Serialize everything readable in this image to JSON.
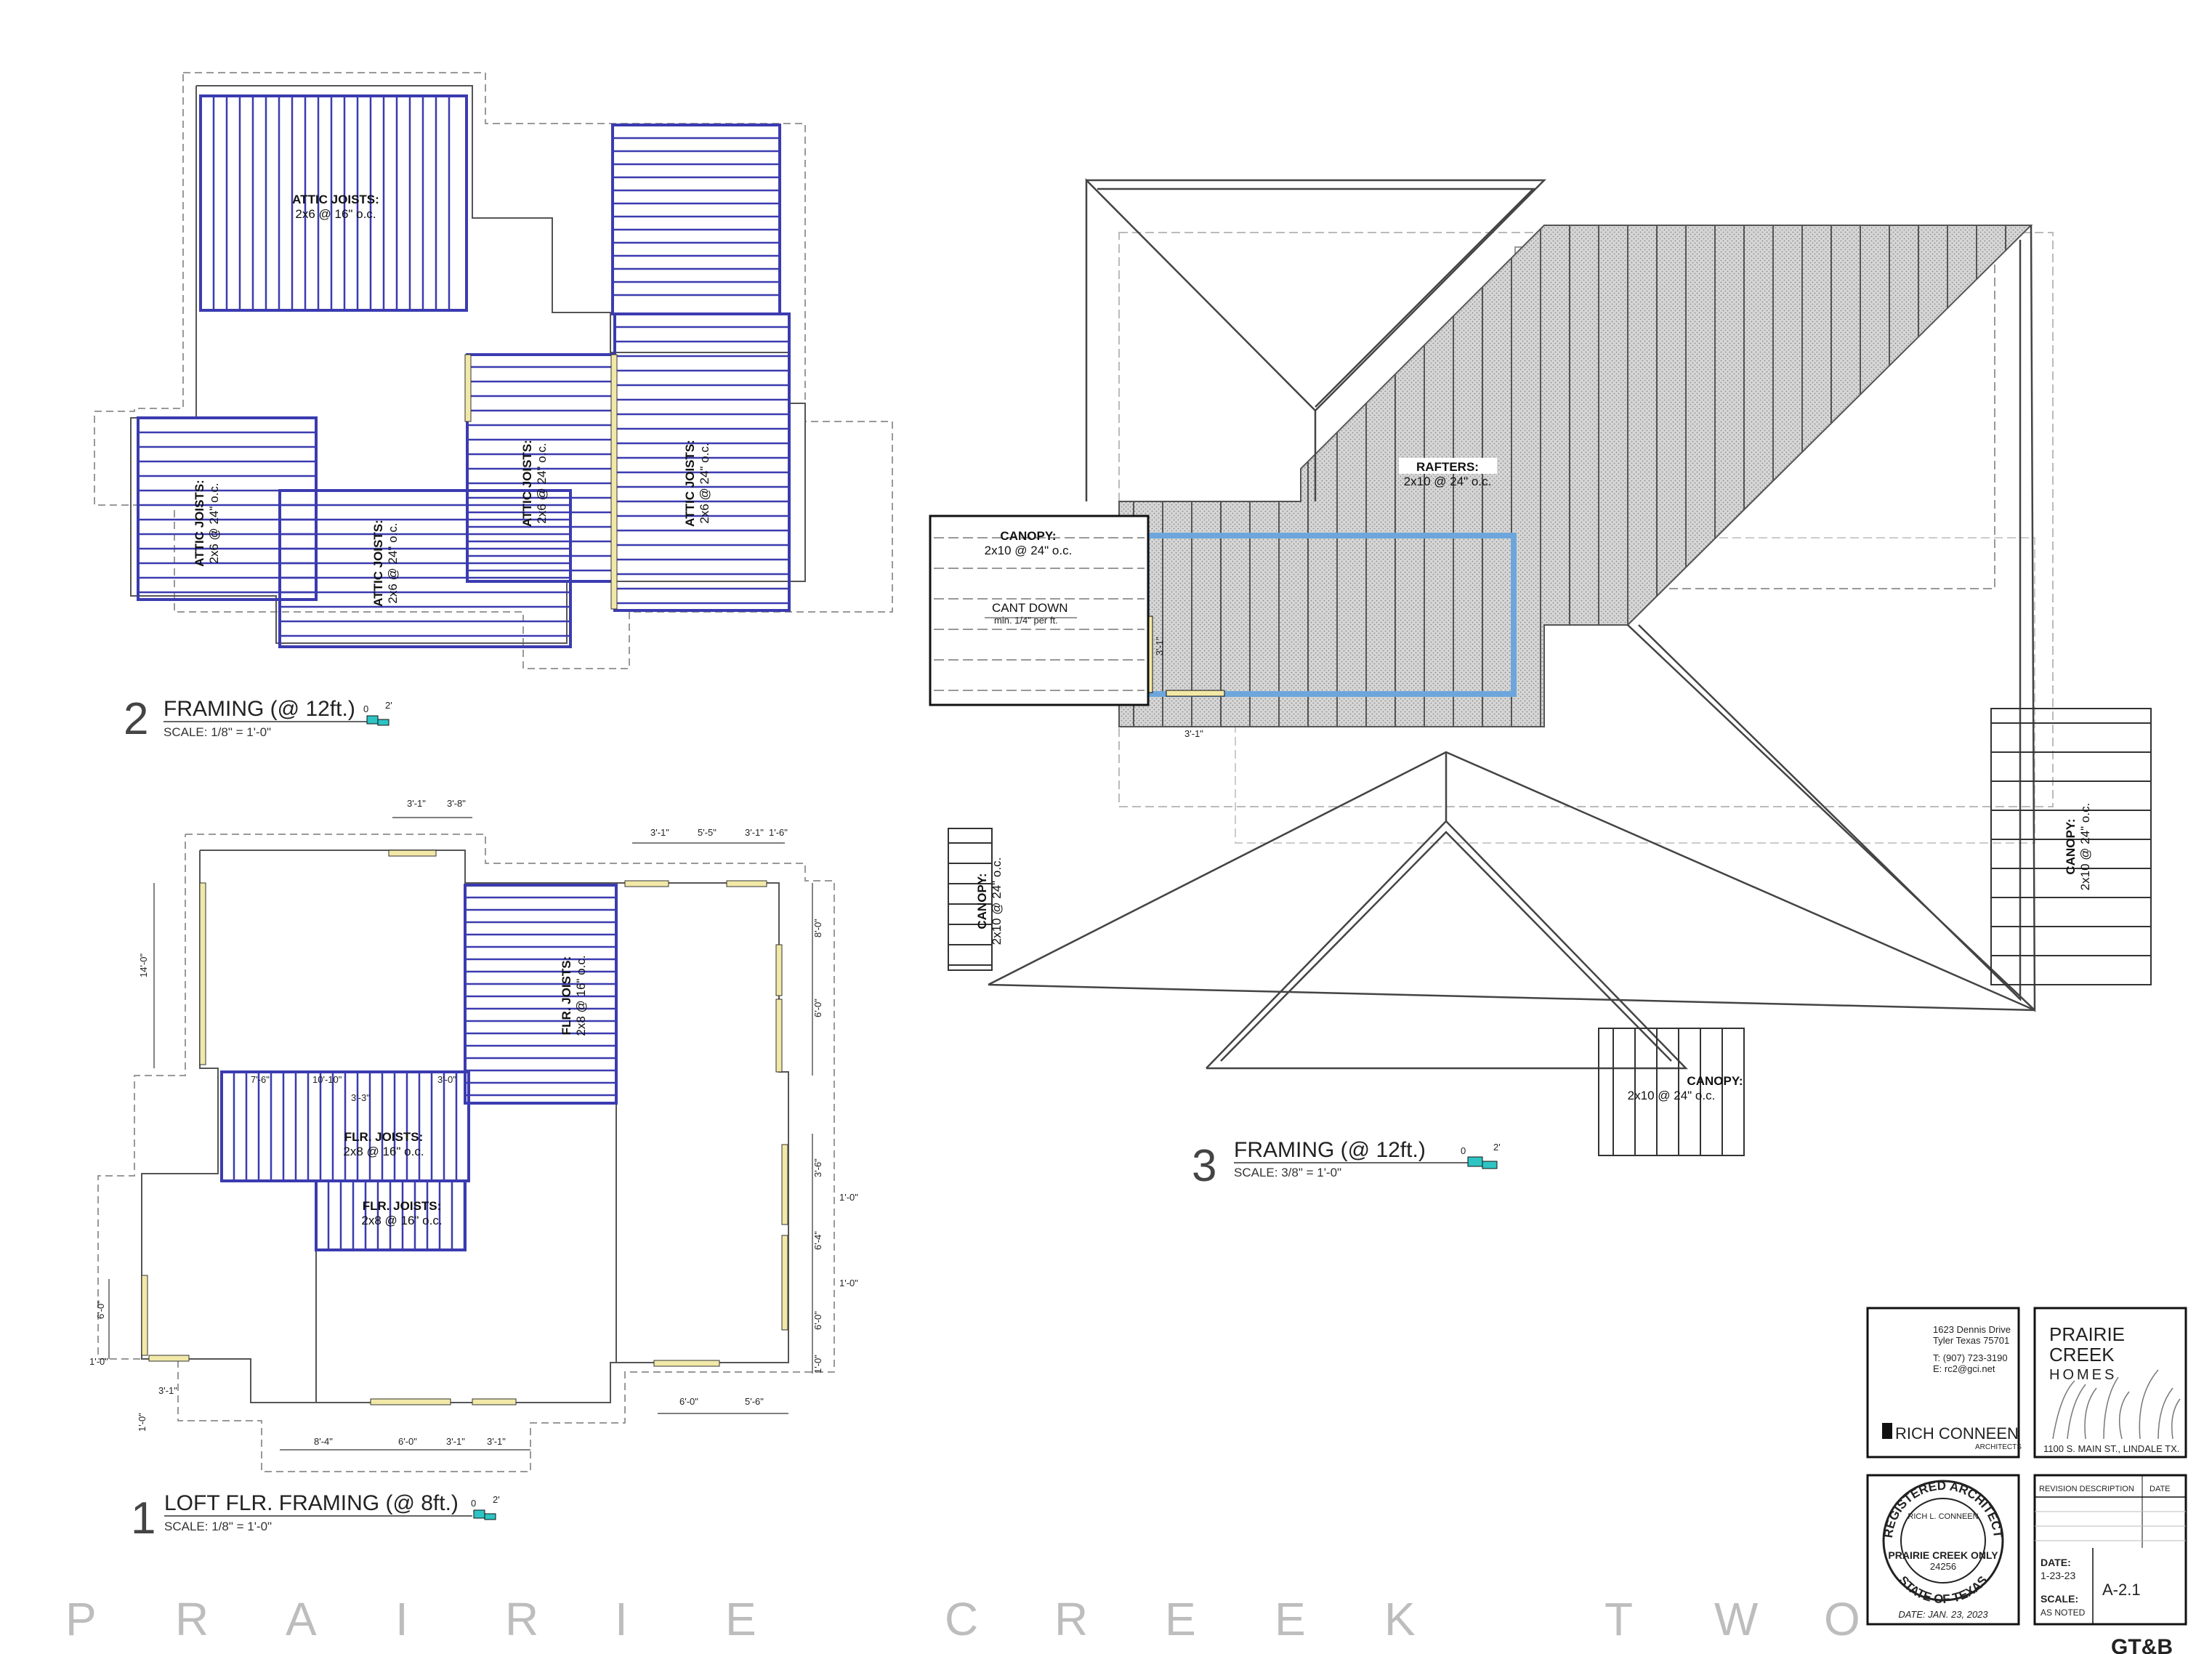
{
  "plan2": {
    "number": "2",
    "title": "FRAMING (@ 12ft.)",
    "scale": "SCALE: 1/8\" = 1'-0\"",
    "scale_bar": [
      "0",
      "2'"
    ],
    "labels": [
      {
        "head": "ATTIC JOISTS:",
        "spec": "2x6 @ 16\" o.c."
      },
      {
        "head": "ATTIC JOISTS:",
        "spec": "2x6 @ 24\" o.c."
      },
      {
        "head": "ATTIC JOISTS:",
        "spec": "2x6 @ 24\" o.c."
      },
      {
        "head": "ATTIC JOISTS:",
        "spec": "2x6 @ 24\" o.c."
      },
      {
        "head": "ATTIC JOISTS:",
        "spec": "2x6 @ 24\" o.c."
      }
    ]
  },
  "plan1": {
    "number": "1",
    "title": "LOFT FLR. FRAMING (@ 8ft.)",
    "scale": "SCALE: 1/8\" = 1'-0\"",
    "scale_bar": [
      "0",
      "2'"
    ],
    "labels": [
      {
        "head": "FLR. JOISTS:",
        "spec": "2x8 @ 16\" o.c."
      },
      {
        "head": "FLR. JOISTS:",
        "spec": "2x8 @ 16\" o.c."
      },
      {
        "head": "FLR. JOISTS:",
        "spec": "2x8 @ 16\" o.c."
      }
    ],
    "dims": [
      "3'-1\"",
      "3'-8\"",
      "3'-1\"",
      "5'-5\"",
      "3'-1\"",
      "1'-6\"",
      "14'-0\"",
      "8'-0\"",
      "6'-0\"",
      "7'-6\"",
      "10'-10\"",
      "3'-0\"",
      "3'-3\"",
      "3'-6\"",
      "1'-0\"",
      "6'-4\"",
      "1'-0\"",
      "6'-0\"",
      "1'-0\"",
      "6'-0\"",
      "1'-0\"",
      "3'-1\"",
      "1'-0\"",
      "8'-4\"",
      "6'-0\"",
      "3'-1\"",
      "3'-1\"",
      "6'-0\"",
      "5'-6\""
    ]
  },
  "plan3": {
    "number": "3",
    "title": "FRAMING (@ 12ft.)",
    "scale": "SCALE: 3/8\" = 1'-0\"",
    "scale_bar": [
      "0",
      "2'"
    ],
    "rafters": {
      "head": "RAFTERS:",
      "spec": "2x10 @ 24\" o.c."
    },
    "canopies": [
      {
        "head": "CANOPY:",
        "spec": "2x10 @ 24\" o.c."
      },
      {
        "head": "CANOPY:",
        "spec": "2x10 @ 24\" o.c."
      },
      {
        "head": "CANOPY:",
        "spec": "2x10 @ 24\" o.c."
      },
      {
        "head": "CANOPY:",
        "spec": "2x10 @ 24\" o.c."
      }
    ],
    "cant": [
      "CANT DOWN",
      "min. 1/4\" per ft."
    ],
    "dims": [
      "3'-1\"",
      "3'-1\""
    ]
  },
  "watermark": "PRAIRIE CREEK TWO",
  "title_block": {
    "architect": {
      "address1": "1623 Dennis Drive",
      "address2": "Tyler Texas 75701",
      "phone": "T: (907) 723-3190",
      "email": "E: rc2@gci.net",
      "name": "RICH CONNEEN",
      "sub": "ARCHITECTS"
    },
    "client": {
      "line1": "PRAIRIE",
      "line2": "CREEK",
      "line3": "HOMES",
      "address": "1100 S. MAIN ST., LINDALE TX."
    },
    "seal": {
      "top": "REGISTERED ARCHITECT",
      "name": "RICH L. CONNEEN",
      "number": "24256",
      "bottom": "STATE OF TEXAS",
      "overlay": "PRAIRIE CREEK ONLY",
      "date": "DATE: JAN. 23, 2023"
    },
    "revision": {
      "header_desc": "REVISION DESCRIPTION",
      "header_date": "DATE",
      "date_label": "DATE:",
      "date": "1-23-23",
      "scale_label": "SCALE:",
      "scale": "AS NOTED",
      "sheet": "A-2.1"
    },
    "corner": "GT&B"
  },
  "colors": {
    "joist": "#3b3bb0",
    "beam": "#6ca6dc",
    "header": "#f2e8a8",
    "scale_fill": "#2ec4c4",
    "line": "#333333",
    "dash": "#999999"
  }
}
